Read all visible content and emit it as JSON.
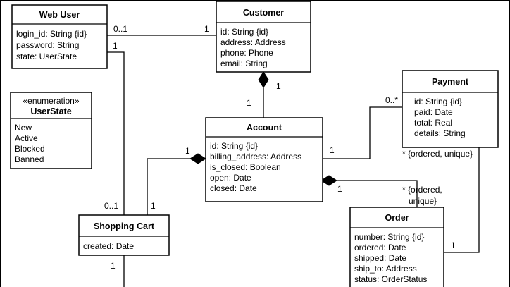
{
  "classes": {
    "web_user": {
      "name": "Web User",
      "attributes": [
        "login_id: String {id}",
        "password: String",
        "state: UserState"
      ]
    },
    "customer": {
      "name": "Customer",
      "attributes": [
        "id: String {id}",
        "address: Address",
        "phone: Phone",
        "email: String"
      ]
    },
    "user_state": {
      "stereotype": "«enumeration»",
      "name": "UserState",
      "attributes": [
        "New",
        "Active",
        "Blocked",
        "Banned"
      ]
    },
    "payment": {
      "name": "Payment",
      "attributes": [
        "id: String {id}",
        "paid: Date",
        "total: Real",
        "details: String"
      ]
    },
    "account": {
      "name": "Account",
      "attributes": [
        "id: String {id}",
        "billing_address: Address",
        "is_closed: Boolean",
        "open: Date",
        "closed: Date"
      ]
    },
    "shopping_cart": {
      "name": "Shopping Cart",
      "attributes": [
        "created: Date"
      ]
    },
    "order": {
      "name": "Order",
      "attributes": [
        "number: String {id}",
        "ordered: Date",
        "shipped: Date",
        "ship_to: Address",
        "status: OrderStatus"
      ]
    }
  },
  "multiplicities": {
    "webuser_customer_near_webuser": "0..1",
    "webuser_customer_near_customer": "1",
    "webuser_cart_near_webuser": "1",
    "webuser_cart_near_cart": "0..1",
    "customer_account_near_customer": "1",
    "customer_account_near_account": "1",
    "account_payment_near_account": "1",
    "account_payment_near_payment": "0..*",
    "account_cart_near_account": "1",
    "account_cart_near_cart": "1",
    "account_order_near_account": "1",
    "account_order_near_order_line1": "* {ordered,",
    "account_order_near_order_line2": "unique}",
    "payment_order_near_payment": "* {ordered, unique}",
    "payment_order_near_order": "1",
    "cart_below": "1"
  },
  "colors": {
    "stroke": "#000000",
    "fill": "#ffffff"
  }
}
